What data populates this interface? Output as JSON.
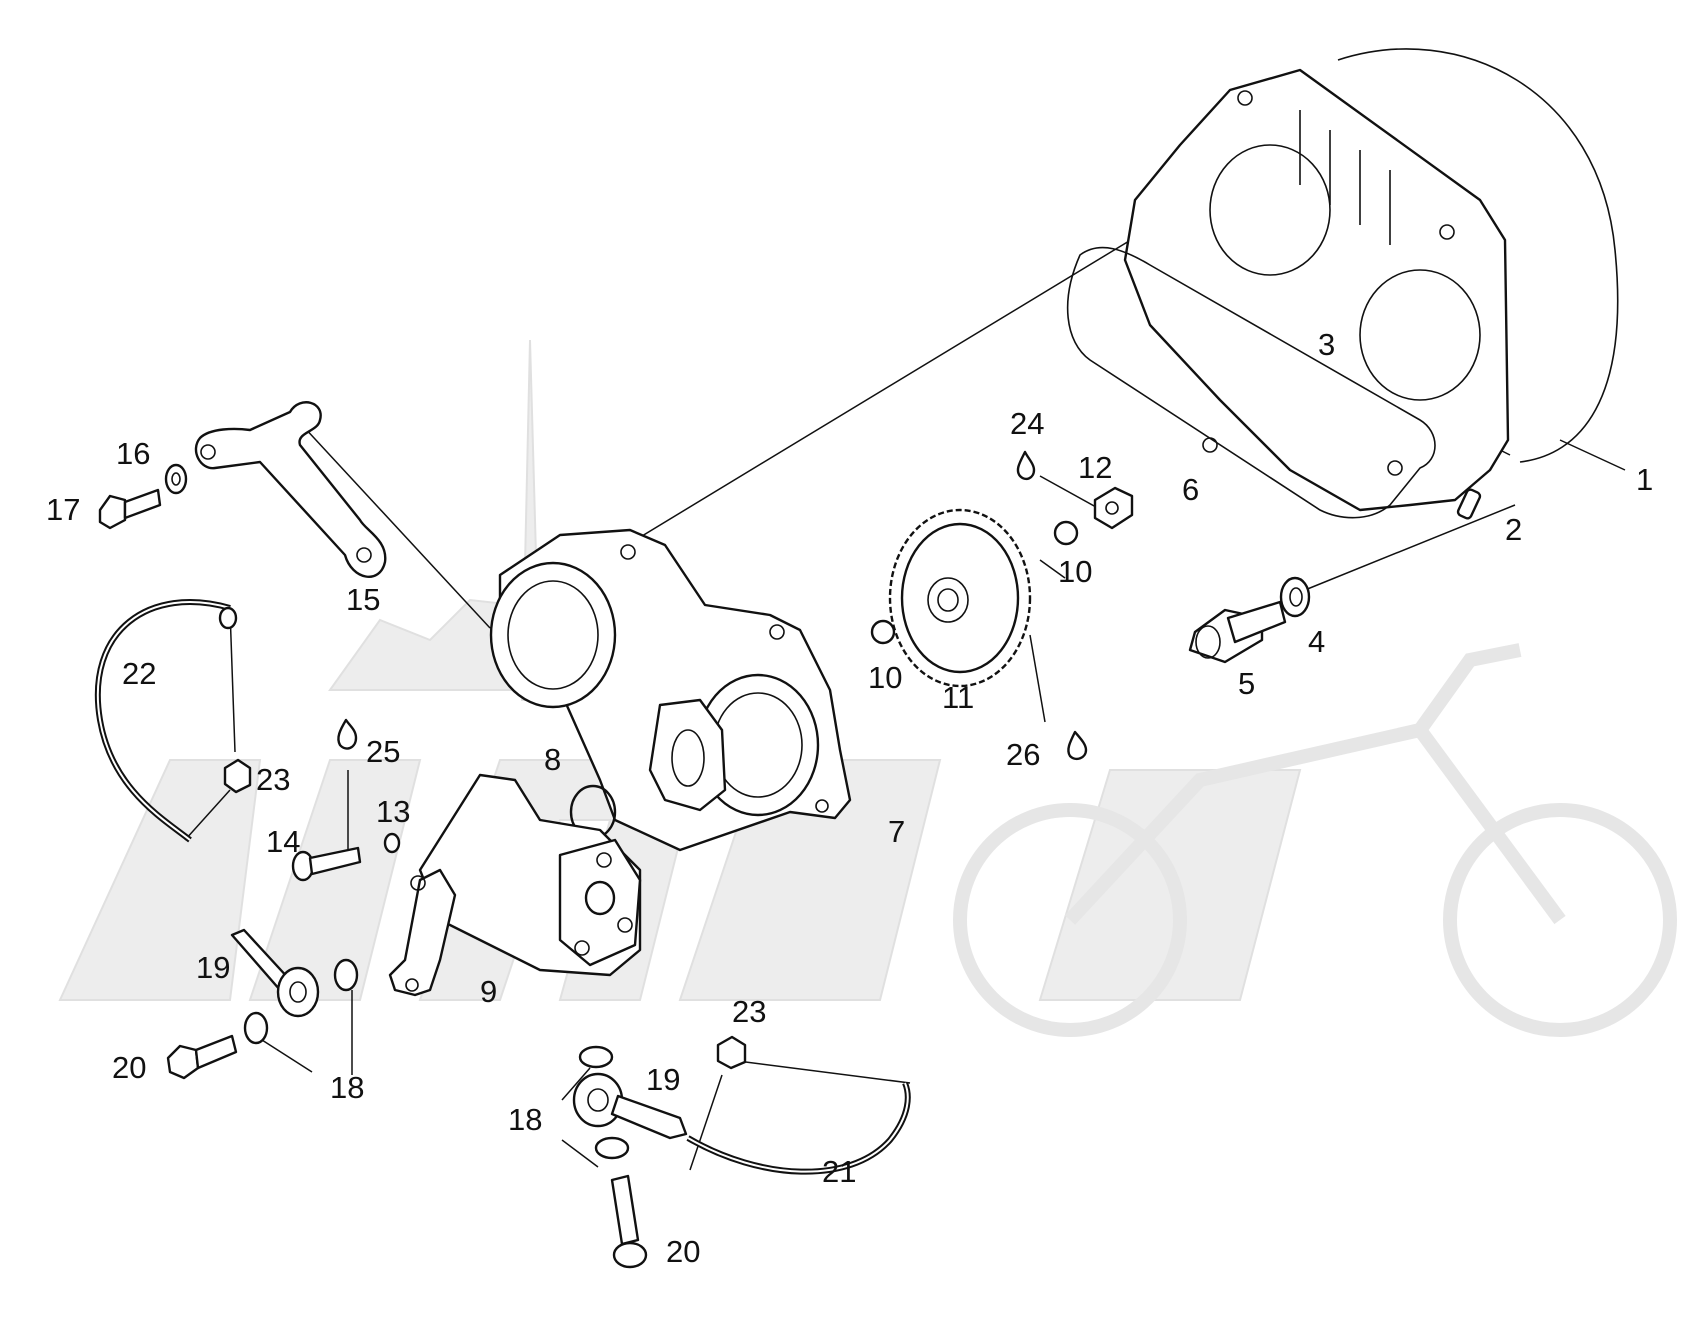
{
  "watermark": {
    "color": "#e8e8e8"
  },
  "callouts": [
    {
      "id": "1",
      "text": "1"
    },
    {
      "id": "2",
      "text": "2"
    },
    {
      "id": "3",
      "text": "3"
    },
    {
      "id": "4",
      "text": "4"
    },
    {
      "id": "5",
      "text": "5"
    },
    {
      "id": "6",
      "text": "6"
    },
    {
      "id": "7",
      "text": "7"
    },
    {
      "id": "8",
      "text": "8"
    },
    {
      "id": "9",
      "text": "9"
    },
    {
      "id": "10a",
      "text": "10"
    },
    {
      "id": "10b",
      "text": "10"
    },
    {
      "id": "11",
      "text": "11"
    },
    {
      "id": "12",
      "text": "12"
    },
    {
      "id": "13",
      "text": "13"
    },
    {
      "id": "14",
      "text": "14"
    },
    {
      "id": "15",
      "text": "15"
    },
    {
      "id": "16",
      "text": "16"
    },
    {
      "id": "17",
      "text": "17"
    },
    {
      "id": "18a",
      "text": "18"
    },
    {
      "id": "18b",
      "text": "18"
    },
    {
      "id": "19a",
      "text": "19"
    },
    {
      "id": "19b",
      "text": "19"
    },
    {
      "id": "20a",
      "text": "20"
    },
    {
      "id": "20b",
      "text": "20"
    },
    {
      "id": "21",
      "text": "21"
    },
    {
      "id": "22",
      "text": "22"
    },
    {
      "id": "23a",
      "text": "23"
    },
    {
      "id": "23b",
      "text": "23"
    },
    {
      "id": "24",
      "text": "24"
    },
    {
      "id": "25",
      "text": "25"
    },
    {
      "id": "26",
      "text": "26"
    }
  ]
}
